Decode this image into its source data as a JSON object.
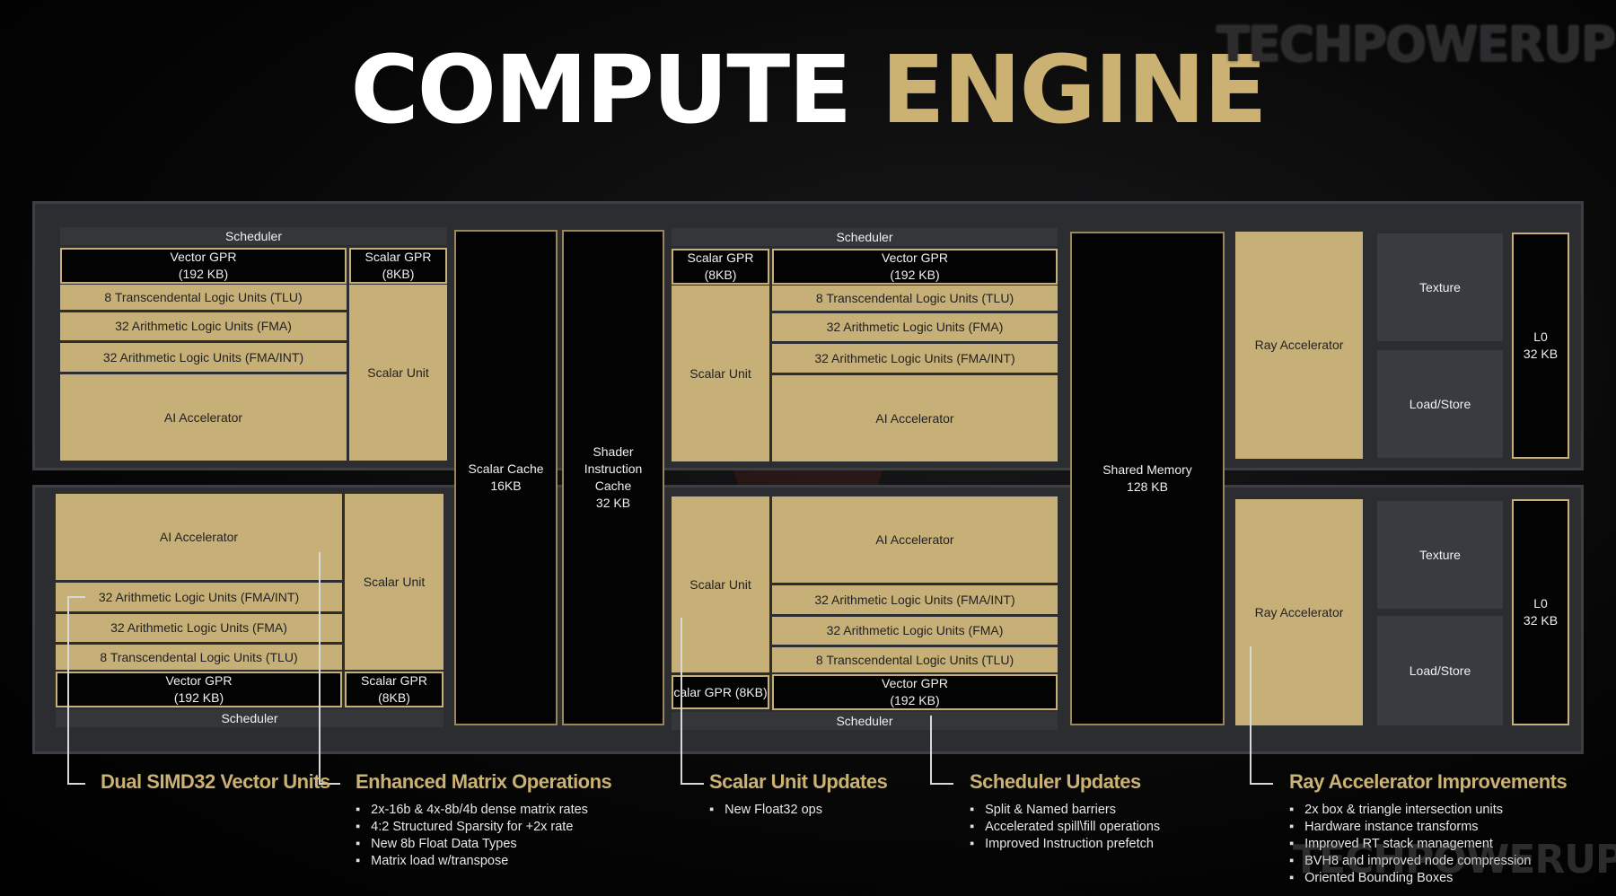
{
  "title": {
    "part1": "COMPUTE",
    "part2": "ENGINE"
  },
  "watermark": {
    "brand": "TECHPOWERUP"
  },
  "colors": {
    "gold": "#c7af78",
    "panel": "#2c2d31",
    "scheduler": "#34363a",
    "black": "#030303"
  },
  "blocks": {
    "scheduler": "Scheduler",
    "vector_gpr": "Vector GPR\n(192 KB)",
    "scalar_gpr": "Scalar GPR (8KB)",
    "scalar_gpr_partial": "calar GPR (8KB)",
    "tlu": "8 Transcendental Logic Units (TLU)",
    "fma": "32 Arithmetic Logic Units (FMA)",
    "fma_int": "32 Arithmetic Logic Units (FMA/INT)",
    "ai": "AI Accelerator",
    "scalar_unit": "Scalar Unit",
    "scalar_cache": "Scalar Cache\n16KB",
    "shader_cache": "Shader\nInstruction\nCache\n32 KB",
    "shared_memory": "Shared Memory\n128 KB",
    "ray": "Ray Accelerator",
    "texture": "Texture",
    "load_store": "Load/Store",
    "l0": "L0\n32 KB"
  },
  "features": [
    {
      "heading": "Dual SIMD32 Vector Units",
      "bullets": []
    },
    {
      "heading": "Enhanced Matrix Operations",
      "bullets": [
        "2x-16b & 4x-8b/4b dense matrix rates",
        "4:2 Structured Sparsity for +2x rate",
        "New 8b Float Data Types",
        "Matrix load w/transpose"
      ]
    },
    {
      "heading": "Scalar Unit Updates",
      "bullets": [
        "New Float32 ops"
      ]
    },
    {
      "heading": "Scheduler Updates",
      "bullets": [
        "Split & Named barriers",
        "Accelerated spill\\fill operations",
        "Improved Instruction prefetch"
      ]
    },
    {
      "heading": "Ray Accelerator Improvements",
      "bullets": [
        "2x box & triangle intersection units",
        "Hardware instance transforms",
        "Improved RT stack management",
        "BVH8 and improved node compression",
        "Oriented Bounding Boxes"
      ]
    }
  ]
}
